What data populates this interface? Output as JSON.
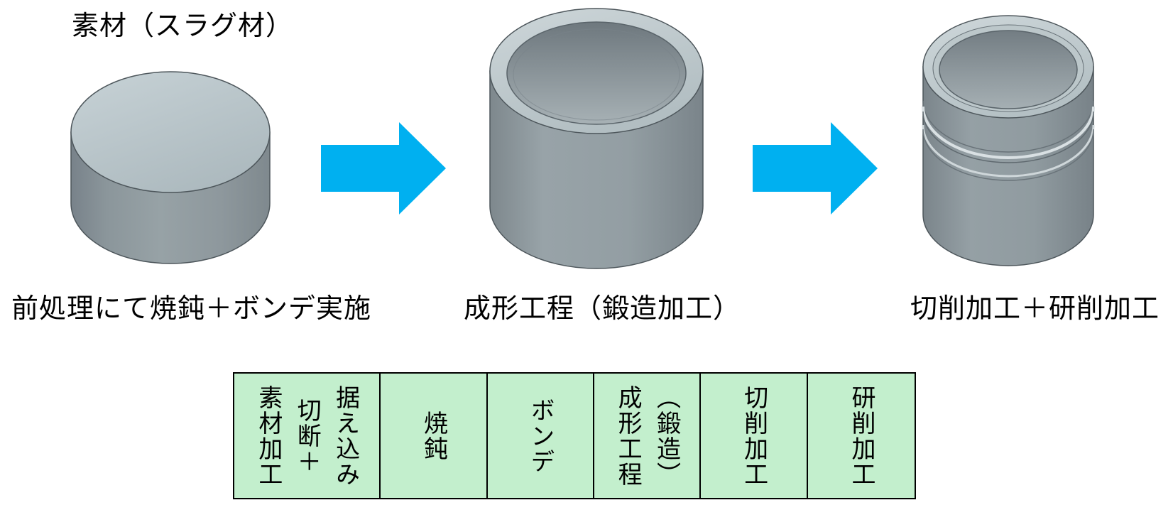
{
  "colors": {
    "arrow": "#00b0f0",
    "table_cell_bg": "#c3efcd",
    "table_border": "#000000",
    "metal_light": "#c5d0d4",
    "metal_mid": "#97a2a6",
    "metal_dark": "#79838a",
    "metal_outline": "#4d565b"
  },
  "stages": [
    {
      "id": "material",
      "title": "素材（スラグ材）",
      "caption": "前処理にて焼鈍＋ボンデ実施",
      "icon": "slug-disc-3d"
    },
    {
      "id": "forming",
      "caption": "成形工程（鍛造加工）",
      "icon": "forged-cup-3d"
    },
    {
      "id": "machining",
      "caption": "切削加工＋研削加工",
      "icon": "machined-cup-3d"
    }
  ],
  "arrows": [
    {
      "direction": "right"
    },
    {
      "direction": "right"
    }
  ],
  "process_table": {
    "text_orientation": "vertical",
    "cells": [
      {
        "lines": [
          "素材加工",
          "切断＋",
          "据え込み"
        ]
      },
      {
        "lines": [
          "焼鈍"
        ]
      },
      {
        "lines": [
          "ボンデ"
        ]
      },
      {
        "lines": [
          "成形工程",
          "（鍛造）"
        ]
      },
      {
        "lines": [
          "切削加工"
        ]
      },
      {
        "lines": [
          "研削加工"
        ]
      }
    ]
  }
}
